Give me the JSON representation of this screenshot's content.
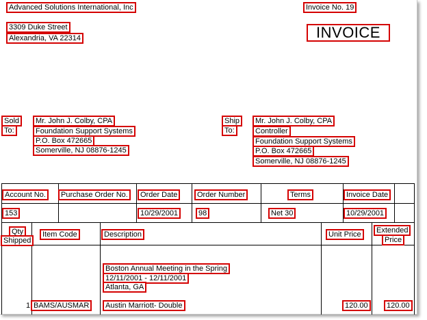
{
  "company": {
    "name": "Advanced Solutions International, Inc",
    "street": "3309 Duke Street",
    "city": "Alexandria, VA 22314"
  },
  "invoice_no_label": "Invoice No. 19",
  "title": "INVOICE",
  "sold_to": {
    "label_1": "Sold",
    "label_2": "To:",
    "lines": [
      "Mr. John J. Colby, CPA",
      "Foundation Support Systems",
      "P.O. Box 472665",
      "Somerville, NJ 08876-1245"
    ]
  },
  "ship_to": {
    "label_1": "Ship",
    "label_2": "To:",
    "lines": [
      "Mr. John J. Colby, CPA",
      "Controller",
      "Foundation Support Systems",
      "P.O. Box 472665",
      "Somerville, NJ 08876-1245"
    ]
  },
  "order_header": {
    "account_no": "Account No.",
    "purchase_order_no": "Purchase Order No.",
    "order_date": "Order Date",
    "order_number": "Order Number",
    "terms": "Terms",
    "invoice_date": "Invoice Date"
  },
  "order_values": {
    "account_no": "153",
    "order_date": "10/29/2001",
    "order_number": "98",
    "terms": "Net 30",
    "invoice_date": "10/29/2001"
  },
  "items_header": {
    "qty_1": "Qty",
    "qty_2": "Shipped",
    "item_code": "Item Code",
    "description": "Description",
    "unit_price": "Unit Price",
    "extended_1": "Extended",
    "extended_2": "Price"
  },
  "event": {
    "name": "Boston Annual Meeting in the Spring",
    "dates": "12/11/2001 - 12/11/2001",
    "location": "Atlanta, GA"
  },
  "line_item": {
    "qty": "1",
    "item_code": "BAMS/AUSMAR",
    "description": "Austin Marriott- Double",
    "unit_price": "120.00",
    "extended_price": "120.00"
  }
}
